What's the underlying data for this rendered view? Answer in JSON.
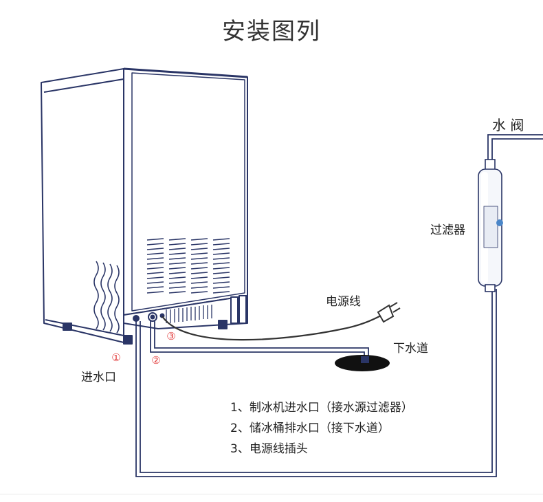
{
  "title": "安装图列",
  "labels": {
    "water_valve": "水 阀",
    "filter": "过滤器",
    "power_cord": "电源线",
    "drain": "下水道",
    "inlet": "进水口"
  },
  "markers": {
    "one": "①",
    "two": "②",
    "three": "③"
  },
  "legend": [
    "1、制冰机进水口（接水源过滤器）",
    "2、储冰桶排水口（接下水道）",
    "3、电源线插头"
  ],
  "colors": {
    "outline": "#2a3566",
    "body_fill": "#ffffff",
    "marker_red": "#e23b3b",
    "drain_black": "#111111"
  }
}
